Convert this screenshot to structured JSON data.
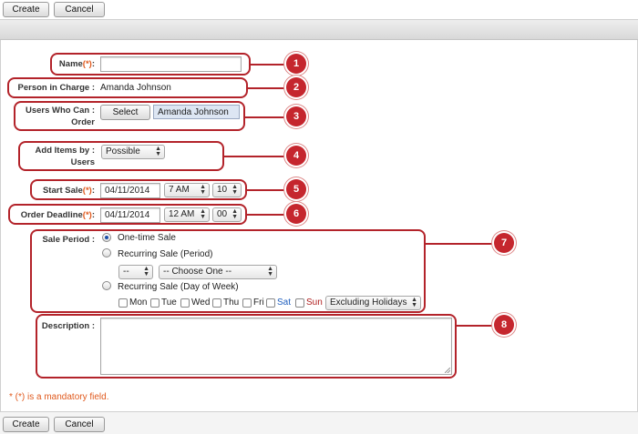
{
  "toolbar": {
    "create_label": "Create",
    "cancel_label": "Cancel"
  },
  "form": {
    "name": {
      "label": "Name",
      "required_mark": "(*)",
      "colon": ":",
      "value": ""
    },
    "person_in_charge": {
      "label": "Person in Charge",
      "colon": ":",
      "value": "Amanda Johnson"
    },
    "users_who_can_order": {
      "label_line1": "Users Who Can",
      "label_line2": "Order",
      "colon": ":",
      "select_label": "Select",
      "selected_user": "Amanda Johnson"
    },
    "add_items_by": {
      "label_line1": "Add Items by",
      "label_line2": "Users",
      "colon": ":",
      "value": "Possible"
    },
    "start_sale": {
      "label": "Start Sale",
      "required_mark": "(*)",
      "colon": ":",
      "date": "04/11/2014",
      "hour": "7 AM",
      "minute": "10"
    },
    "order_deadline": {
      "label": "Order Deadline",
      "required_mark": "(*)",
      "colon": ":",
      "date": "04/11/2014",
      "hour": "12 AM",
      "minute": "00"
    },
    "sale_period": {
      "label": "Sale Period",
      "colon": ":",
      "options": [
        "One-time Sale",
        "Recurring Sale (Period)",
        "Recurring Sale (Day of Week)"
      ],
      "selected_index": 0,
      "period_unit": "--",
      "period_choice": "-- Choose One --",
      "days": [
        "Mon",
        "Tue",
        "Wed",
        "Thu",
        "Fri",
        "Sat",
        "Sun"
      ],
      "holiday_option": "Excluding Holidays"
    },
    "description": {
      "label": "Description",
      "colon": ":",
      "value": ""
    },
    "mandatory_note": "* (*) is a mandatory field."
  },
  "callouts": [
    "1",
    "2",
    "3",
    "4",
    "5",
    "6",
    "7",
    "8"
  ],
  "colors": {
    "callout": "#b3232a",
    "required": "#e05a1e",
    "saturday": "#1f5fbf",
    "sunday": "#b02020"
  }
}
